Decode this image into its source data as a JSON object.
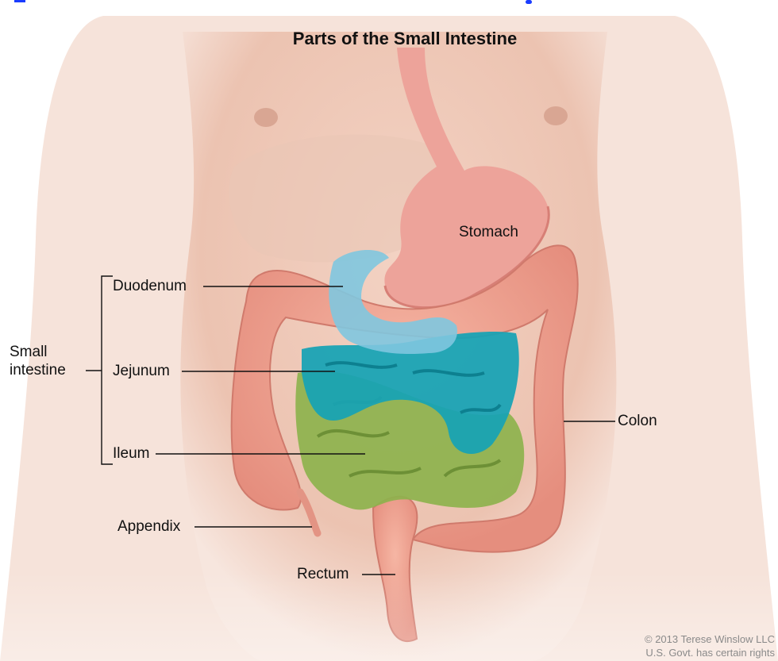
{
  "title": "Parts of the Small Intestine",
  "labels": {
    "stomach": "Stomach",
    "duodenum": "Duodenum",
    "small_intestine_line1": "Small",
    "small_intestine_line2": "intestine",
    "jejunum": "Jejunum",
    "ileum": "Ileum",
    "appendix": "Appendix",
    "rectum": "Rectum",
    "colon": "Colon"
  },
  "credit": {
    "line1": "© 2013 Terese Winslow LLC",
    "line2": "U.S. Govt. has certain rights"
  },
  "colors": {
    "duodenum": "#7fc6df",
    "jejunum": "#16a3b5",
    "ileum": "#8db24d",
    "colon": "#e58e7e",
    "stomach": "#eda39a"
  }
}
